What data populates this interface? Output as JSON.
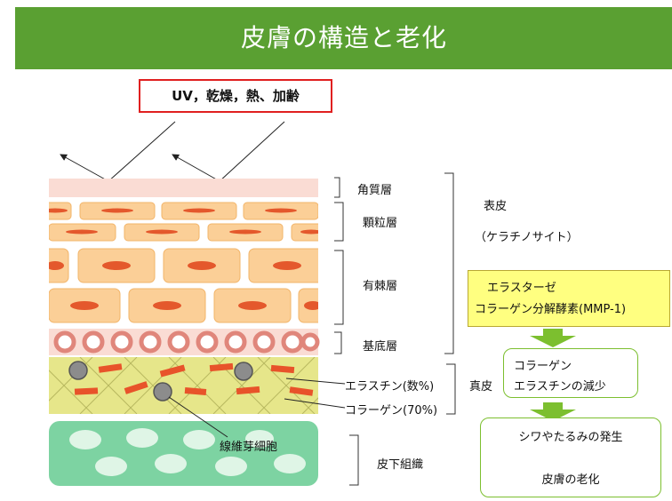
{
  "title": "皮膚の構造と老化",
  "causes": "UV，乾燥，熱、加齢",
  "layers": {
    "stratum_corneum": "角質層",
    "granular": "顆粒層",
    "spinous": "有棘層",
    "basal": "基底層",
    "subcutaneous": "皮下組織"
  },
  "epidermis": {
    "label": "表皮",
    "sub": "（ケラチノサイト）"
  },
  "dermis": {
    "label": "真皮",
    "elastin": "エラスチン(数%)",
    "collagen": "コラーゲン(70%)",
    "fibroblast": "線維芽細胞"
  },
  "flow": {
    "enzyme_line1": "エラスターゼ",
    "enzyme_line2": "コラーゲン分解酵素(MMP-1)",
    "decrease_line1": "コラーゲン",
    "decrease_line2": "エラスチンの減少",
    "wrinkle": "シワやたるみの発生",
    "aging": "皮膚の老化"
  },
  "colors": {
    "title_bar": "#5aa032",
    "cause_border": "#e02020",
    "corneum": "#fadcd4",
    "cell_fill": "#fbcf97",
    "nucleus": "#e4582c",
    "basal_ring": "#e0867b",
    "dermis": "#e6e68a",
    "fibroblast": "#8c8c8c",
    "collagen_bar": "#e8532a",
    "subcutaneous": "#7dd3a2",
    "fat_cell": "#dff5e6",
    "arrow": "#7cbf2f",
    "enzyme_box": "#ffff80"
  }
}
